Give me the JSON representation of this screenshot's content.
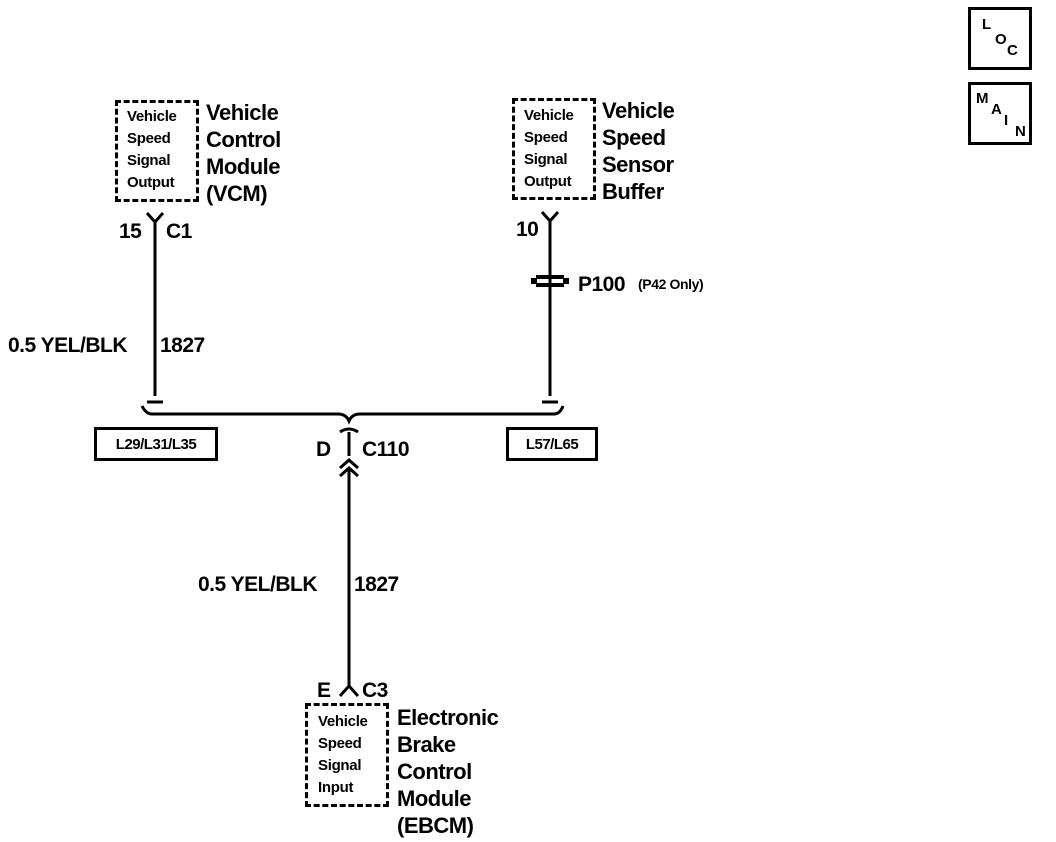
{
  "nav": {
    "loc": [
      "L",
      "O",
      "C"
    ],
    "main": [
      "M",
      "A",
      "I",
      "N"
    ]
  },
  "vcm": {
    "name_lines": [
      "Vehicle",
      "Control",
      "Module",
      "(VCM)"
    ],
    "box_lines": [
      "Vehicle",
      "Speed",
      "Signal",
      "Output"
    ],
    "pin": "15",
    "connector": "C1"
  },
  "buffer": {
    "name_lines": [
      "Vehicle",
      "Speed",
      "Sensor",
      "Buffer"
    ],
    "box_lines": [
      "Vehicle",
      "Speed",
      "Signal",
      "Output"
    ],
    "pin": "10",
    "splice": "P100",
    "splice_note": "(P42 Only)"
  },
  "wire_upper": {
    "label": "0.5 YEL/BLK",
    "circuit": "1827"
  },
  "options": {
    "left": "L29/L31/L35",
    "right": "L57/L65"
  },
  "c110": {
    "pin": "D",
    "connector": "C110"
  },
  "wire_lower": {
    "label": "0.5 YEL/BLK",
    "circuit": "1827"
  },
  "ebcm": {
    "pin": "E",
    "connector": "C3",
    "box_lines": [
      "Vehicle",
      "Speed",
      "Signal",
      "Input"
    ],
    "name_lines": [
      "Electronic",
      "Brake",
      "Control",
      "Module",
      "(EBCM)"
    ]
  }
}
